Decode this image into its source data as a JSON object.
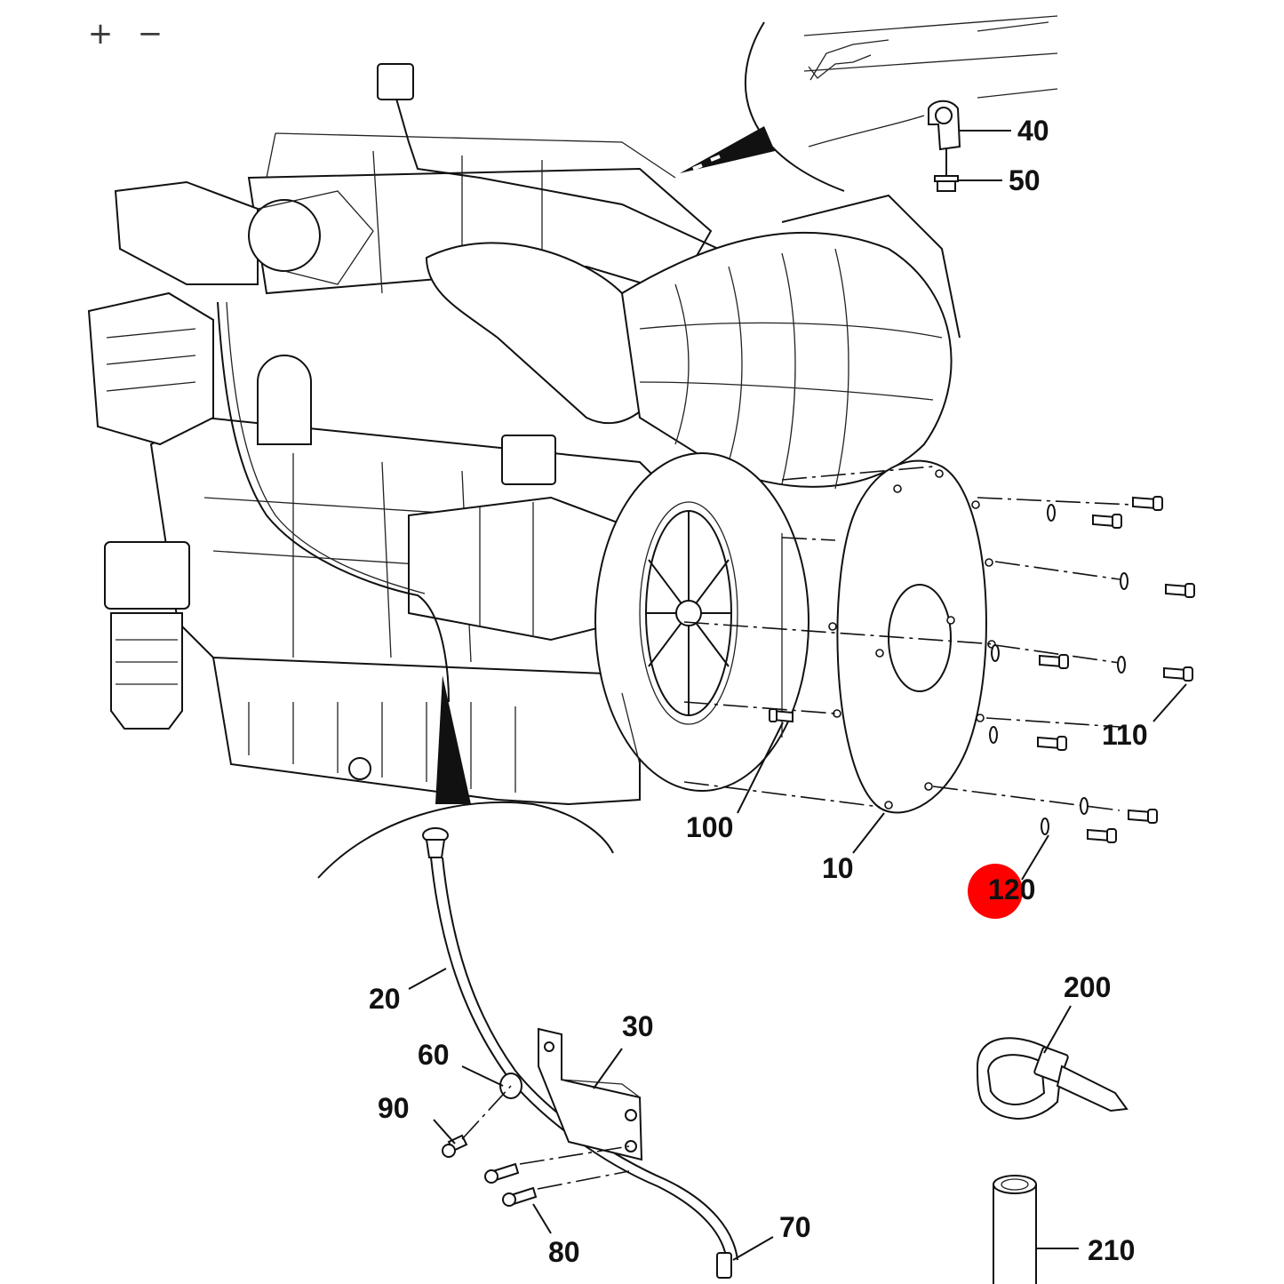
{
  "zoom": {
    "in_label": "+",
    "out_label": "−"
  },
  "colors": {
    "highlight": "#ff0000",
    "line": "#111111",
    "background": "#ffffff"
  },
  "callouts": {
    "c10": "10",
    "c20": "20",
    "c30": "30",
    "c40": "40",
    "c50": "50",
    "c60": "60",
    "c70": "70",
    "c80": "80",
    "c90": "90",
    "c100": "100",
    "c110": "110",
    "c120": "120",
    "c200": "200",
    "c210": "210"
  },
  "highlighted_callout": "120"
}
